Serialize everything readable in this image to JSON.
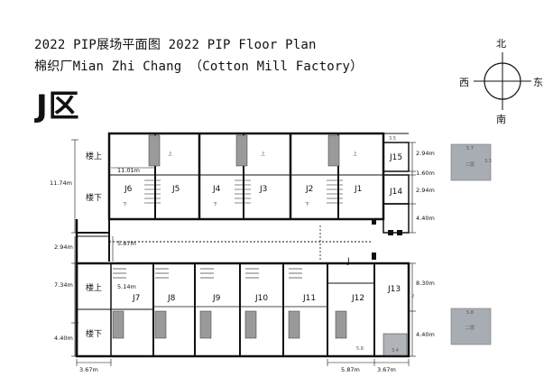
{
  "title": {
    "line1": "2022 PIP展场平面图  2022 PIP Floor Plan",
    "line2": "棉织厂Mian Zhi Chang （Cotton Mill Factory）"
  },
  "zone_label": "J区",
  "compass": {
    "north": "北",
    "south": "南",
    "west": "西",
    "east": "东"
  },
  "floors": {
    "upper": "楼上",
    "lower": "楼下"
  },
  "rooms": {
    "J1": "J1",
    "J2": "J2",
    "J3": "J3",
    "J4": "J4",
    "J5": "J5",
    "J6": "J6",
    "J7": "J7",
    "J8": "J8",
    "J9": "J9",
    "J10": "J10",
    "J11": "J11",
    "J12": "J12",
    "J13": "J13",
    "J14": "J14",
    "J15": "J15",
    "J": "J"
  },
  "dimensions": {
    "d_11_74": "11.74m",
    "d_2_94_left": "2.94m",
    "d_7_34": "7.34m",
    "d_4_40_left": "4.40m",
    "d_3_67_left": "3.67m",
    "d_11_01": "11.01m",
    "d_5_87_mid": "5.87m",
    "d_5_14": "5.14m",
    "d_2_94_r1": "2.94m",
    "d_1_60": "1.60m",
    "d_2_94_r2": "2.94m",
    "d_4_40_r1": "4.40m",
    "d_8_30": "8.30m",
    "d_4_40_r2": "4.40m",
    "d_5_87_bot": "5.87m",
    "d_3_67_bot": "3.67m"
  },
  "small_marks": {
    "up": "上",
    "down": "下",
    "m35": "3.5",
    "m34": "3.4",
    "m58": "5.8",
    "m57": "5.7",
    "m33": "3.3",
    "floor2": "二层",
    "m2": "2"
  },
  "colors": {
    "wall": "#111111",
    "stair": "#9a9a9a",
    "legend_box": "#a8adb4",
    "line": "#222222"
  }
}
